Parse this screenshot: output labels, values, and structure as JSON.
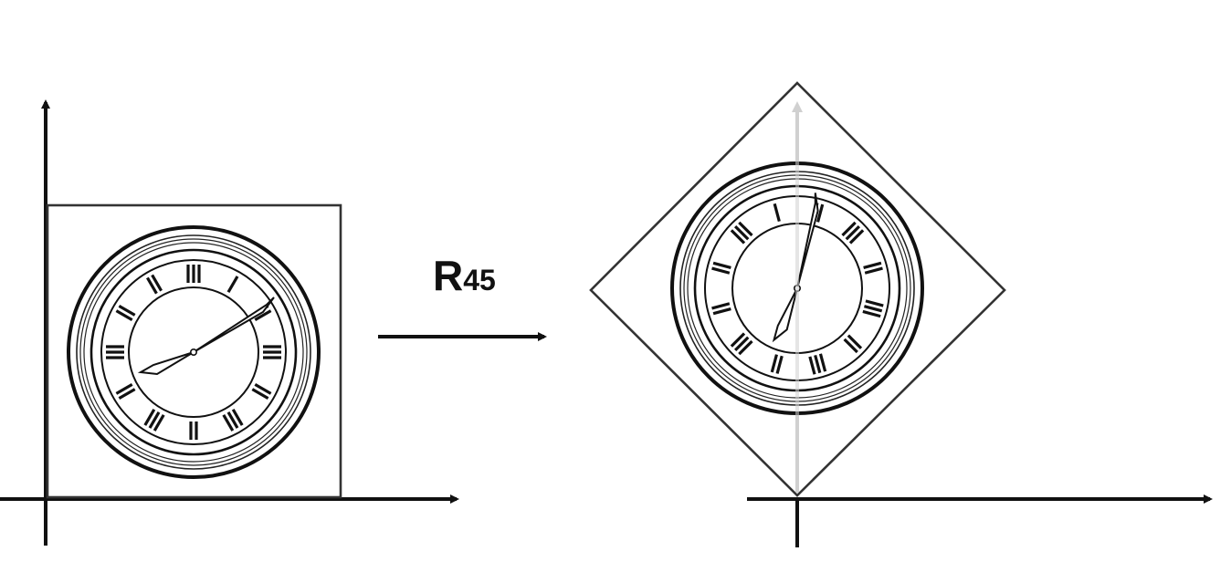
{
  "diagram": {
    "transform_label": {
      "main": "R",
      "subscript": "45"
    },
    "rotation_degrees": 45,
    "colors": {
      "ink": "#111111",
      "frame": "#333333",
      "ghost_axis": "#d0d0d0"
    },
    "icons": [
      "clock-icon"
    ]
  }
}
